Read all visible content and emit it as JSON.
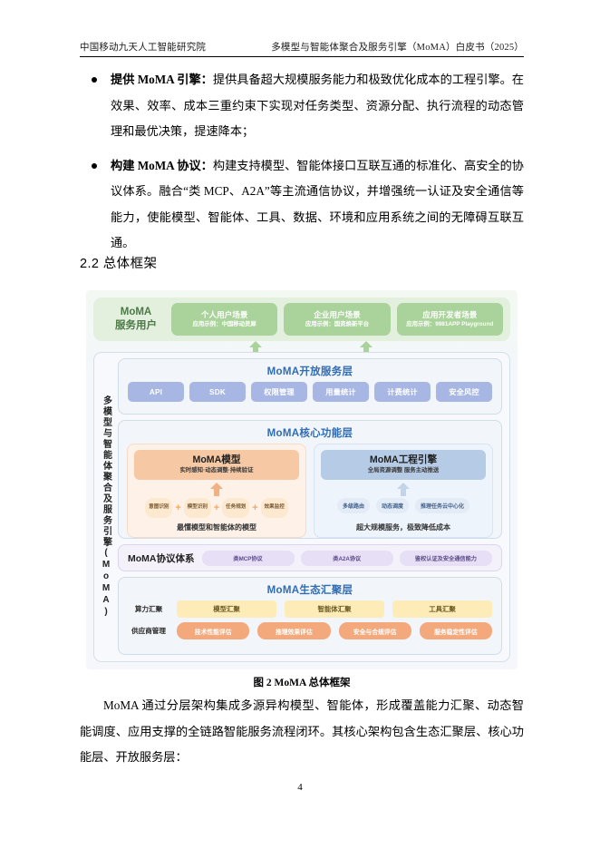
{
  "header": {
    "left": "中国移动九天人工智能研究院",
    "right": "多模型与智能体聚合及服务引擎（MoMA）白皮书（2025）"
  },
  "bullets": [
    {
      "lead": "提供 MoMA 引擎：",
      "text": "提供具备超大规模服务能力和极致优化成本的工程引擎。在效果、效率、成本三重约束下实现对任务类型、资源分配、执行流程的动态管理和最优决策，提速降本；"
    },
    {
      "lead": "构建 MoMA 协议：",
      "text": "构建支持模型、智能体接口互联互通的标准化、高安全的协议体系。融合“类 MCP、A2A”等主流通信协议，并增强统一认证及安全通信等能力，使能模型、智能体、工具、数据、环境和应用系统之间的无障碍互联互通。"
    }
  ],
  "section": {
    "heading": "2.2  总体框架"
  },
  "figure": {
    "users": {
      "title_line1": "MoMA",
      "title_line2": "服务用户",
      "scenes": [
        {
          "name": "个人用户场景",
          "example": "应用示例：中国移动灵犀"
        },
        {
          "name": "企业用户场景",
          "example": "应用示例：国资焕新平台"
        },
        {
          "name": "应用开发者场景",
          "example": "应用示例：9981APP Playground"
        }
      ]
    },
    "side_label": "多模型与智能体聚合及服务引擎(MoMA)",
    "open_layer": {
      "title": "MoMA开放服务层",
      "chips": [
        "API",
        "SDK",
        "权限管理",
        "用量统计",
        "计费统计",
        "安全风控"
      ]
    },
    "core_layer": {
      "title": "MoMA核心功能层",
      "model_card": {
        "title": "MoMA模型",
        "subtitle": "实时感知·动态调整·持续验证",
        "pills": [
          "意图识别",
          "模型识别",
          "任务规划",
          "效果监控"
        ],
        "plus": "+",
        "footer": "最懂模型和智能体的模型"
      },
      "engine_card": {
        "title": "MoMA工程引擎",
        "subtitle": "全局资源调整 服务主动推送",
        "pills": [
          "多级路由",
          "动态调度",
          "推理任务云中心化"
        ],
        "footer": "超大规模服务，极致降低成本"
      }
    },
    "protocol_layer": {
      "title": "MoMA协议体系",
      "chips": [
        "类MCP协议",
        "类A2A协议",
        "鉴权认证及安全通信能力"
      ]
    },
    "eco_layer": {
      "title": "MoMA生态汇聚层",
      "rows": [
        {
          "label": "算力汇聚",
          "cells": [
            "模型汇聚",
            "智能体汇聚",
            "工具汇聚"
          ],
          "style": "yellow"
        },
        {
          "label": "供应商管理",
          "cells": [
            "技术性能评估",
            "推理效果评估",
            "安全与合规评估",
            "服务稳定性评估"
          ],
          "style": "orange"
        }
      ]
    }
  },
  "caption": "图 2 MoMA 总体框架",
  "paragraph": "MoMA 通过分层架构集成多源异构模型、智能体，形成覆盖能力汇聚、动态智能调度、应用支撑的全链路智能服务流程闭环。其核心架构包含生态汇聚层、核心功能层、开放服务层：",
  "page_number": "4",
  "colors": {
    "layer_title": "#2f6cb5",
    "green": "#a9d39a",
    "chip_blue": "#a8b6e3",
    "orange_card": "#f6c8a4",
    "blue_card": "#b6cbe6",
    "yellow_cell": "#fdecb8",
    "orange_cell": "#f3a97c"
  }
}
